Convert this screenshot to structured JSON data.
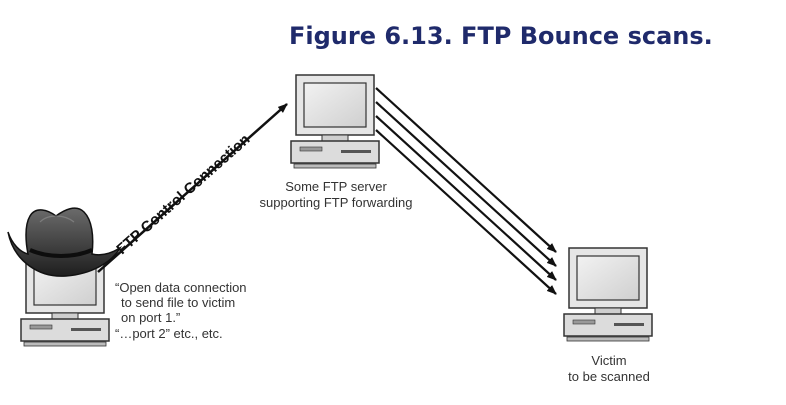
{
  "figure": {
    "title": "Figure 6.13. FTP Bounce scans.",
    "title_color": "#1f2a6b"
  },
  "nodes": {
    "attacker": {
      "icon": "computer-with-cowboy-hat-icon",
      "note_lines": [
        "“Open data connection",
        "to send file to victim",
        "on port 1.”",
        "“…port 2” etc., etc."
      ]
    },
    "server": {
      "icon": "computer-icon",
      "label_lines": [
        "Some FTP server",
        "supporting FTP forwarding"
      ]
    },
    "victim": {
      "icon": "computer-icon",
      "label_lines": [
        "Victim",
        "to be scanned"
      ]
    }
  },
  "edges": {
    "control_connection": {
      "label": "FTP Control Connection"
    },
    "scan_arrows": {
      "count": 4
    }
  }
}
